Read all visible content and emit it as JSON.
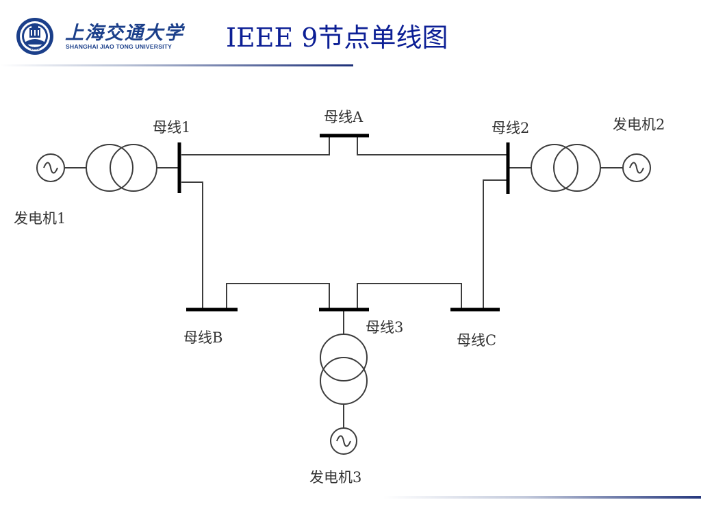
{
  "slide": {
    "title": "IEEE 9节点单线图",
    "accent_color": "#0c1f95"
  },
  "logo": {
    "name_cn": "上海交通大学",
    "name_en": "SHANGHAI JIAO TONG UNIVERSITY",
    "emblem_year": "1896",
    "color": "#1b3f8a",
    "icon": "university-emblem-icon"
  },
  "diagram": {
    "buses": {
      "bus1": "母线1",
      "bus2": "母线2",
      "bus3": "母线3",
      "busA": "母线A",
      "busB": "母线B",
      "busC": "母线C"
    },
    "generators": {
      "gen1": "发电机1",
      "gen2": "发电机2",
      "gen3": "发电机3"
    },
    "icons": {
      "generator": "ac-generator-icon",
      "transformer": "two-winding-transformer-icon"
    }
  }
}
